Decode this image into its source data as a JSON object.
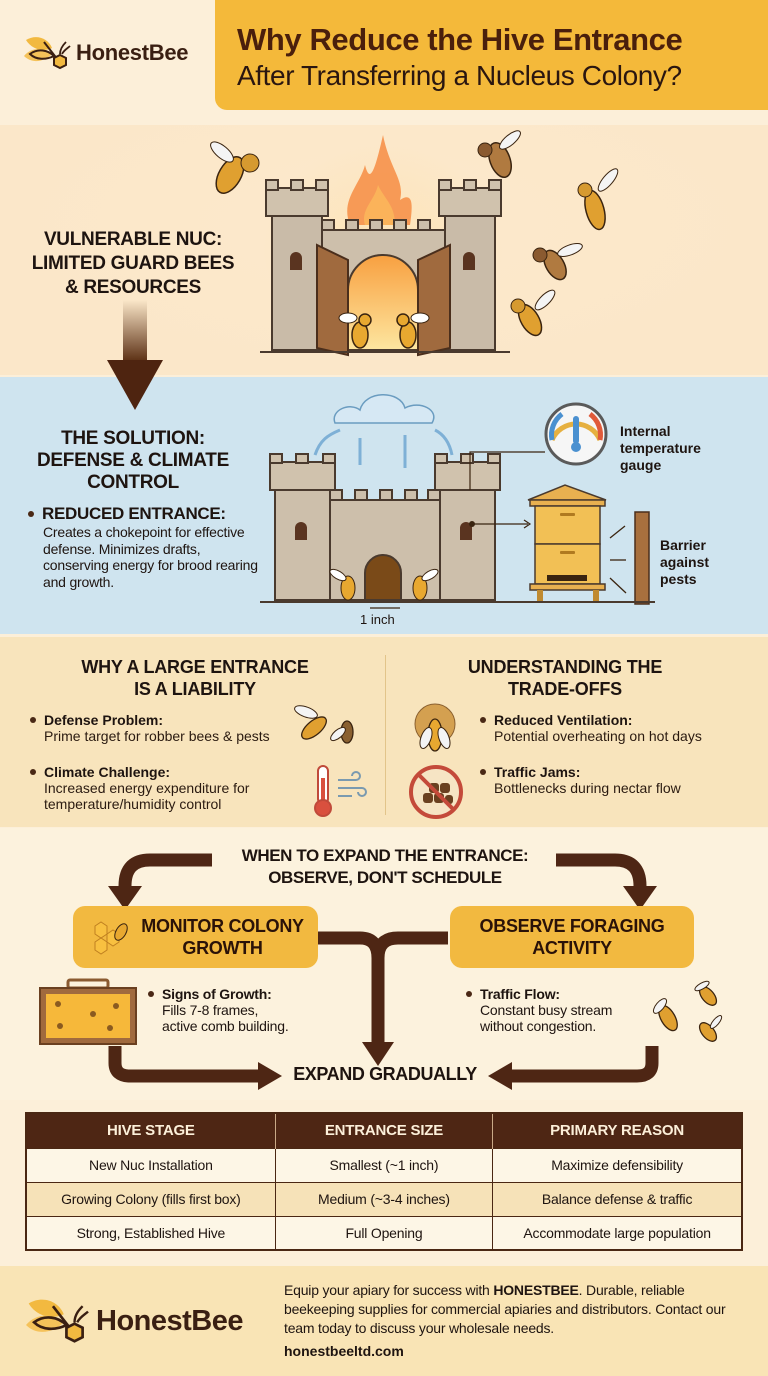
{
  "header": {
    "brand": "HonestBee",
    "title_line1": "Why Reduce the Hive Entrance",
    "title_line2": "After Transferring a Nucleus Colony?"
  },
  "problem": {
    "label_lines": [
      "VULNERABLE NUC:",
      "LIMITED GUARD BEES",
      "& RESOURCES"
    ]
  },
  "solution": {
    "title_lines": [
      "THE SOLUTION:",
      "DEFENSE & CLIMATE",
      "CONTROL"
    ],
    "bullet_heading": "REDUCED ENTRANCE:",
    "bullet_body": "Creates a chokepoint for effective defense. Minimizes drafts, conserving energy for brood rearing and growth.",
    "gauge_label_lines": [
      "Internal",
      "temperature",
      "gauge"
    ],
    "barrier_label_lines": [
      "Barrier",
      "against",
      "pests"
    ],
    "entrance_measure": "1 inch"
  },
  "liability": {
    "title_lines": [
      "WHY A LARGE ENTRANCE",
      "IS A LIABILITY"
    ],
    "items": [
      {
        "heading": "Defense Problem:",
        "body": "Prime target for robber bees & pests",
        "icon": "robber-bees-icon"
      },
      {
        "heading": "Climate Challenge:",
        "body": "Increased energy expenditure for temperature/humidity control",
        "icon": "thermometer-wind-icon"
      }
    ]
  },
  "tradeoffs": {
    "title_lines": [
      "UNDERSTANDING THE",
      "TRADE-OFFS"
    ],
    "items": [
      {
        "heading": "Reduced Ventilation:",
        "body": "Potential overheating on hot days",
        "icon": "overheating-bee-icon"
      },
      {
        "heading": "Traffic Jams:",
        "body": "Bottlenecks during nectar flow",
        "icon": "no-congestion-icon"
      }
    ]
  },
  "expand_flow": {
    "title_lines": [
      "WHEN TO EXPAND THE ENTRANCE:",
      "OBSERVE, DON'T SCHEDULE"
    ],
    "left_step": {
      "label_lines": [
        "MONITOR COLONY",
        "GROWTH"
      ],
      "heading": "Signs of Growth:",
      "body_lines": [
        "Fills 7-8 frames,",
        "active comb building."
      ]
    },
    "right_step": {
      "label_lines": [
        "OBSERVE FORAGING",
        "ACTIVITY"
      ],
      "heading": "Traffic Flow:",
      "body_lines": [
        "Constant busy stream",
        "without congestion."
      ]
    },
    "result": "EXPAND GRADUALLY"
  },
  "table": {
    "headers": [
      "HIVE STAGE",
      "ENTRANCE SIZE",
      "PRIMARY REASON"
    ],
    "rows": [
      [
        "New Nuc Installation",
        "Smallest (~1 inch)",
        "Maximize defensibility"
      ],
      [
        "Growing Colony (fills first box)",
        "Medium (~3-4 inches)",
        "Balance defense & traffic"
      ],
      [
        "Strong, Established Hive",
        "Full Opening",
        "Accommodate large population"
      ]
    ]
  },
  "footer": {
    "brand": "HonestBee",
    "text_before": "Equip your apiary for success with ",
    "text_bold": "HONESTBEE",
    "text_after": ". Durable, reliable beekeeping supplies for commercial apiaries and distributors. Contact our team today to discuss your wholesale needs.",
    "url": "honestbeeltd.com"
  },
  "colors": {
    "background": "#fcefd9",
    "title_box": "#f4b93a",
    "brown": "#4e2614",
    "sky": "#cfe4ef",
    "pill": "#f2b940"
  }
}
